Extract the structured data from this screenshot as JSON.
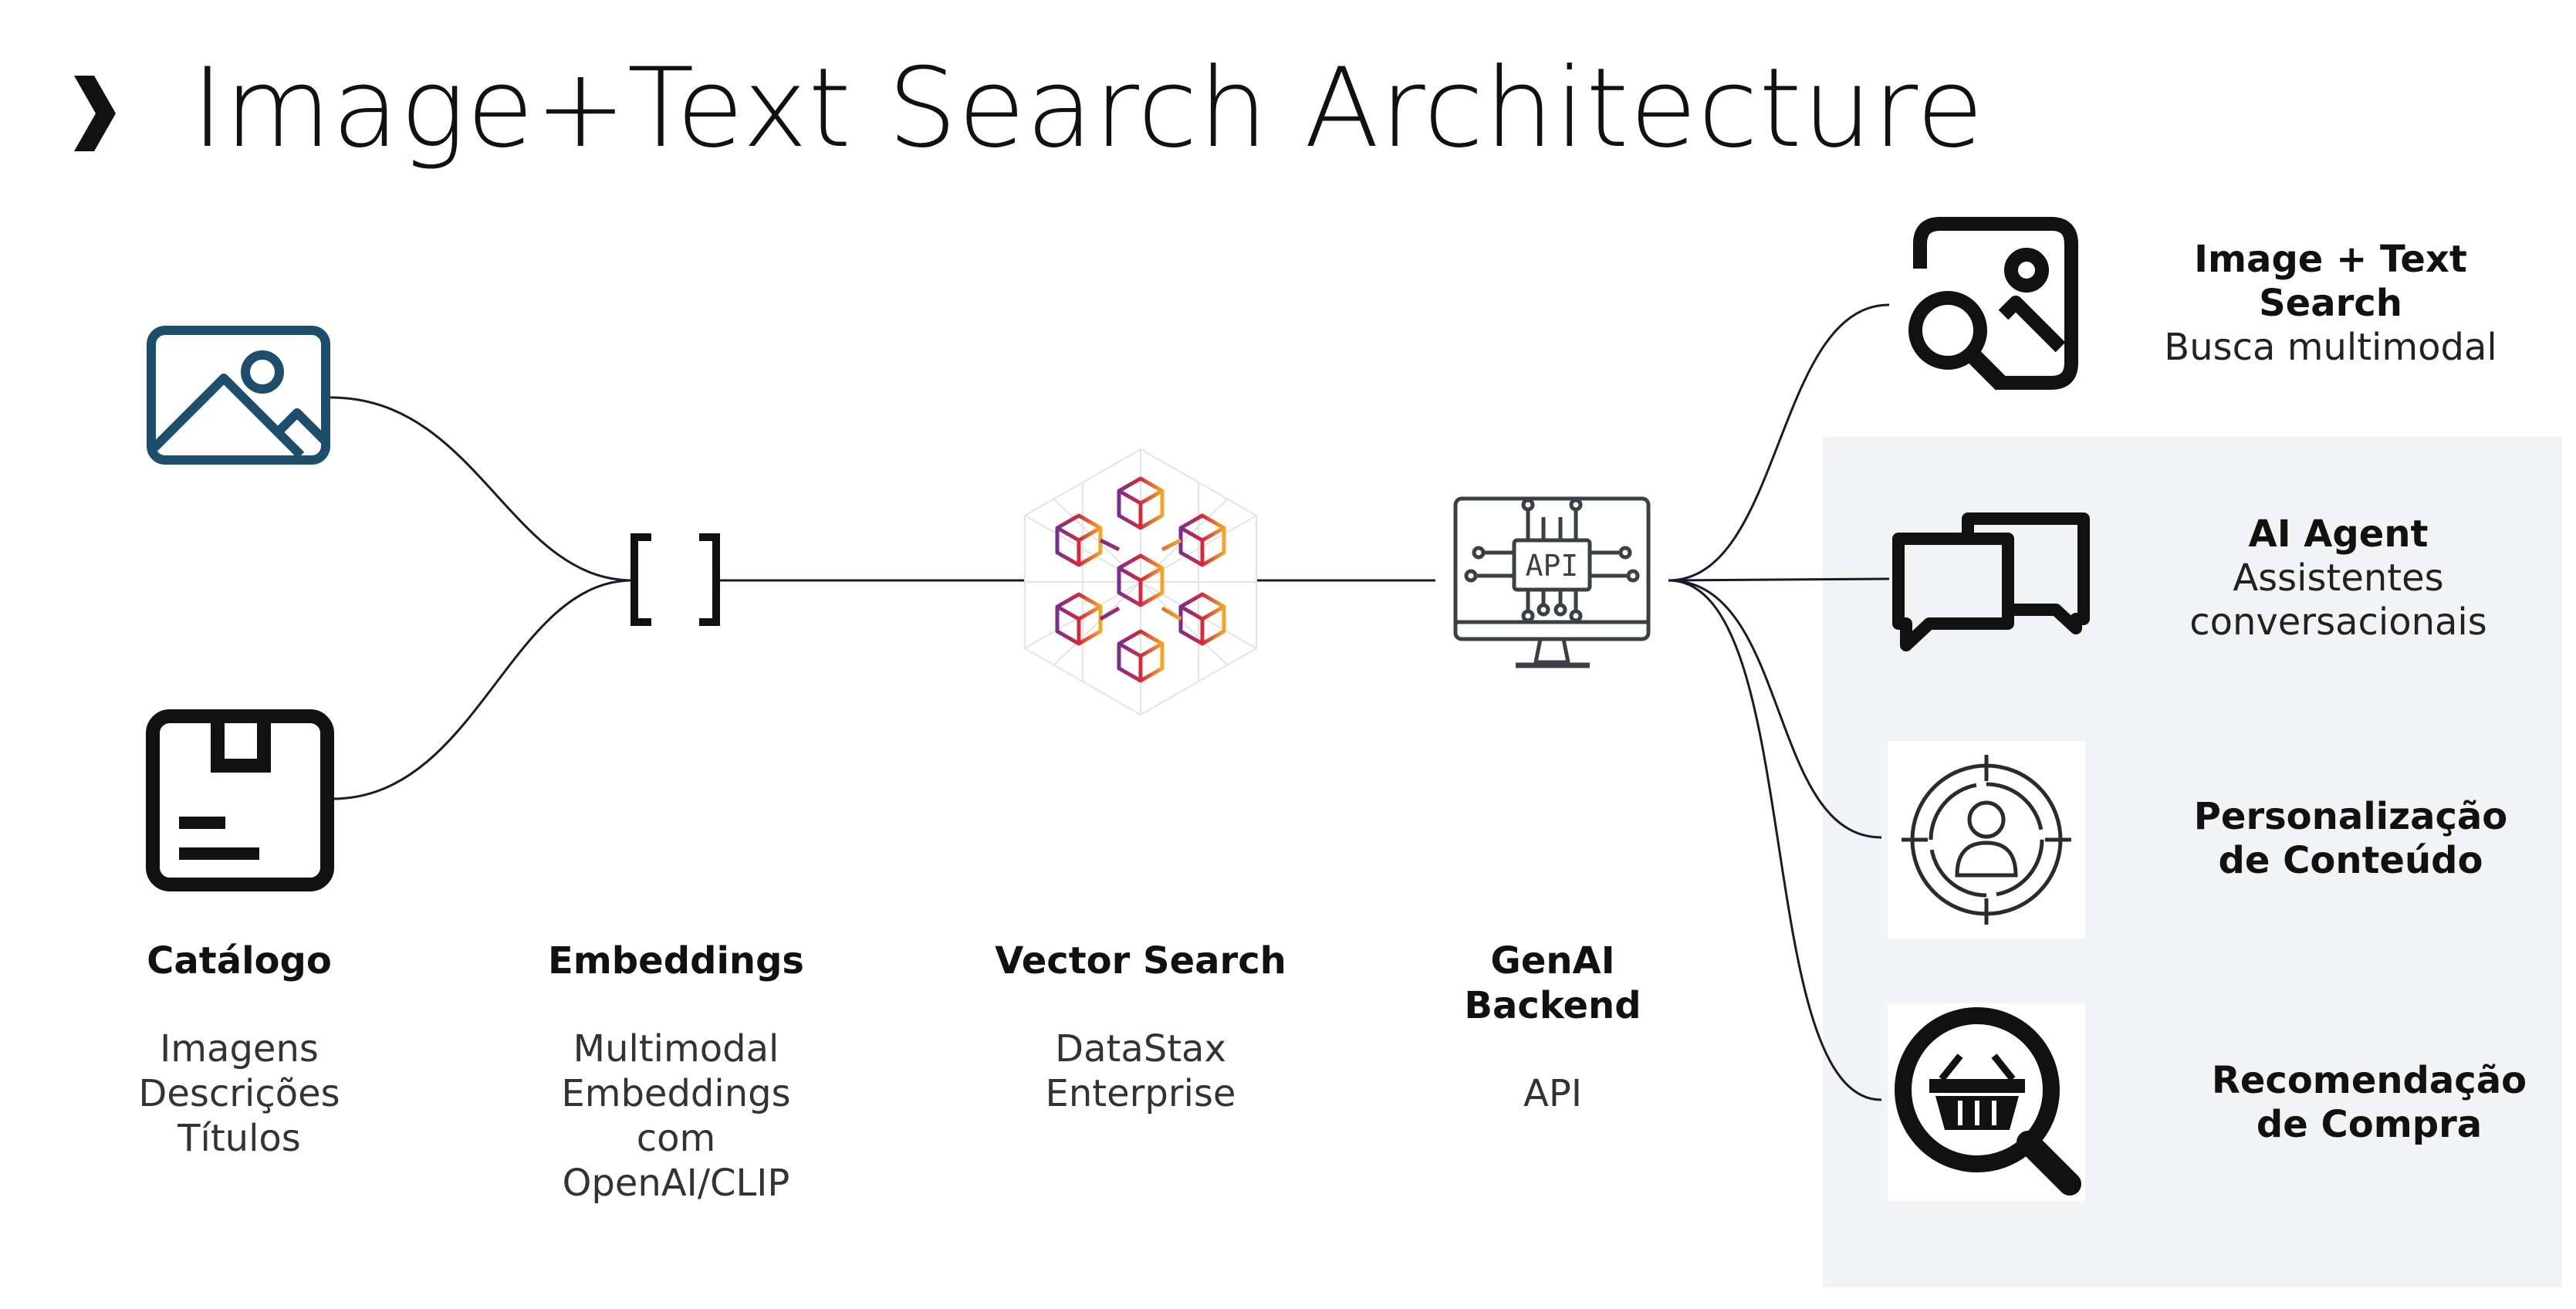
{
  "title": "Image+Text Search Architecture",
  "icons": {
    "chevron": "chevron-right-icon",
    "catalog_image": "image-icon",
    "catalog_box": "package-box-icon",
    "embeddings": "brackets-icon",
    "vector_search": "cube-network-icon",
    "backend": "api-monitor-icon",
    "image_text_search": "image-search-icon",
    "ai_agent": "chat-bubbles-icon",
    "personalization": "user-target-icon",
    "recommendation": "basket-search-icon"
  },
  "colors": {
    "image_icon": "#1d4e6b",
    "lines": "#1a1a2e",
    "panel": "#f1f3f4",
    "cube_gradient": [
      "#7b2d8e",
      "#d7263d",
      "#f6a623"
    ]
  },
  "stages": [
    {
      "heading": "Catálogo",
      "lines": [
        "Imagens",
        "Descrições",
        "Títulos"
      ]
    },
    {
      "heading": "Embeddings",
      "lines": [
        "Multimodal",
        "Embeddings",
        "com",
        "OpenAI/CLIP"
      ]
    },
    {
      "heading": "Vector Search",
      "lines": [
        "DataStax",
        "Enterprise"
      ]
    },
    {
      "heading_lines": [
        "GenAI",
        "Backend"
      ],
      "lines": [
        "API"
      ]
    }
  ],
  "outputs": [
    {
      "heading_lines": [
        "Image + Text",
        "Search"
      ],
      "desc_lines": [
        "Busca multimodal"
      ]
    },
    {
      "heading_lines": [
        "AI Agent"
      ],
      "desc_lines": [
        "Assistentes",
        "conversacionais"
      ]
    },
    {
      "heading_lines": [
        "Personalização",
        "de Conteúdo"
      ],
      "desc_lines": []
    },
    {
      "heading_lines": [
        "Recomendação",
        "de Compra"
      ],
      "desc_lines": []
    }
  ]
}
